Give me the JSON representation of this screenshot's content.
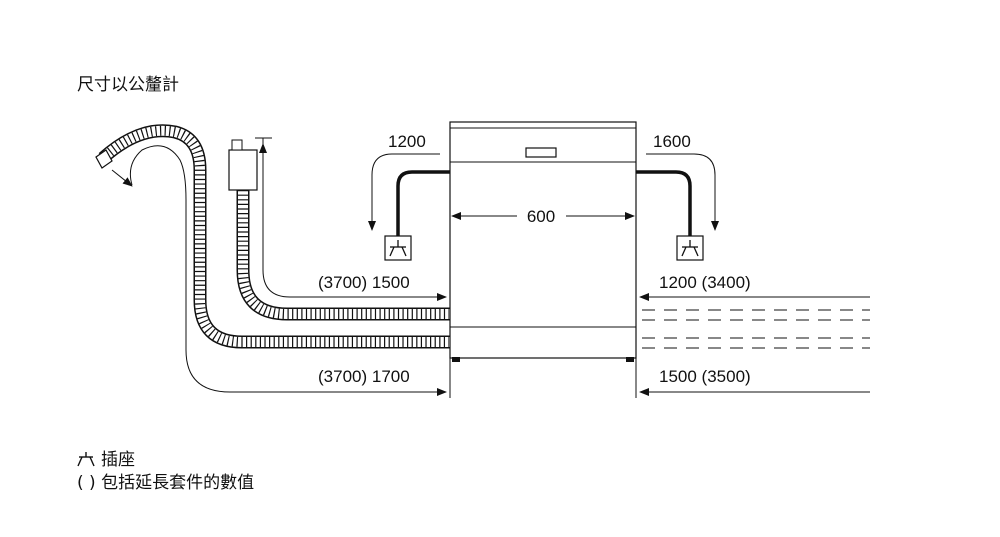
{
  "unit_note": "尺寸以公釐計",
  "dimensions": {
    "left_connection": "1200",
    "right_connection": "1600",
    "width": "600",
    "drain_hose": "(3700) 1500",
    "inlet_hose": "(3700) 1700",
    "right_upper": "1200 (3400)",
    "right_lower": "1500 (3500)"
  },
  "legend": {
    "outlet_label": "插座",
    "parentheses_label": "( ) 包括延長套件的數值"
  }
}
